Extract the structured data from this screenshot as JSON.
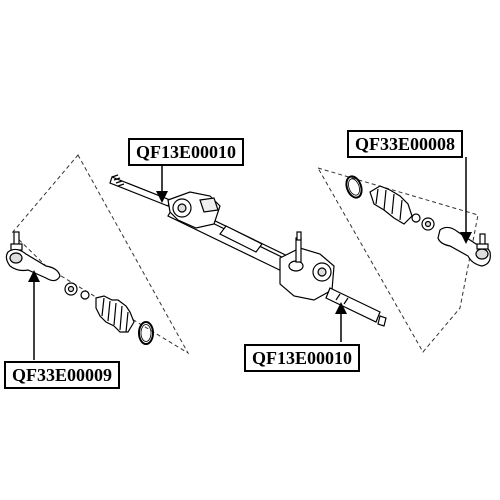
{
  "callouts": {
    "rack_top": "QF13E00010",
    "rack_bottom": "QF13E00010",
    "tie_rod_end_right": "QF33E00008",
    "tie_rod_end_left": "QF33E00009"
  },
  "colors": {
    "line": "#000000",
    "fill": "#ffffff",
    "shade": "#d8d8d8"
  }
}
